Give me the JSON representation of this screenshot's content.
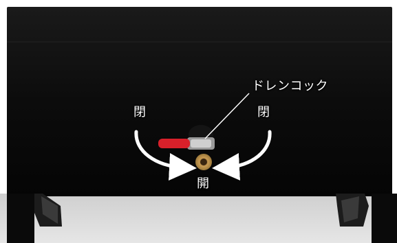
{
  "labels": {
    "drain_cock": "ドレンコック",
    "closed_left": "閉",
    "closed_right": "閉",
    "open": "開"
  },
  "colors": {
    "tank": "#0a0a0a",
    "handle": "#d8202a",
    "valve_brass": "#c79a52",
    "arrow": "#ffffff",
    "floor": "#d9d9d9"
  },
  "icons": {
    "arrow_left": "curved-arrow-clockwise-icon",
    "arrow_right": "curved-arrow-counterclockwise-icon"
  }
}
